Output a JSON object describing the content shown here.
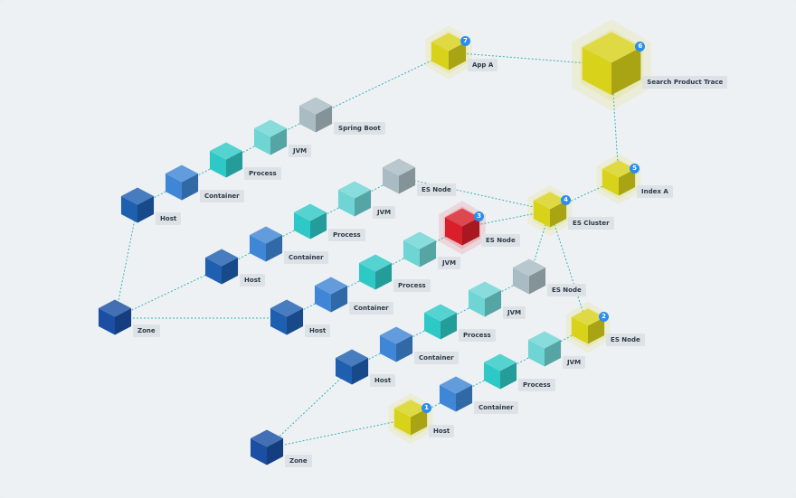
{
  "diagram": {
    "colors": {
      "zone": "#1a4fa3",
      "host": "#1f5fb0",
      "container": "#3f86d6",
      "process": "#2ec9c6",
      "jvm": "#6ed4d4",
      "grey": "#a9bcc3",
      "highlight": "#d8d21a",
      "error": "#d81f2a",
      "edge": "#3ab3b8",
      "badge": "#2a8ef0"
    },
    "nodes": [
      {
        "id": "app-a",
        "label": "App A",
        "type": "highlight",
        "badge": "7"
      },
      {
        "id": "search-trace",
        "label": "Search Product Trace",
        "type": "highlight",
        "badge": "6"
      },
      {
        "id": "spring-boot",
        "label": "Spring Boot",
        "type": "grey"
      },
      {
        "id": "jvm-1",
        "label": "JVM",
        "type": "jvm"
      },
      {
        "id": "process-1",
        "label": "Process",
        "type": "process"
      },
      {
        "id": "container-1",
        "label": "Container",
        "type": "container"
      },
      {
        "id": "host-1",
        "label": "Host",
        "type": "host"
      },
      {
        "id": "es-node-1",
        "label": "ES Node",
        "type": "grey"
      },
      {
        "id": "jvm-2",
        "label": "JVM",
        "type": "jvm"
      },
      {
        "id": "process-2",
        "label": "Process",
        "type": "process"
      },
      {
        "id": "container-2",
        "label": "Container",
        "type": "container"
      },
      {
        "id": "host-2",
        "label": "Host",
        "type": "host"
      },
      {
        "id": "index-a",
        "label": "Index A",
        "type": "highlight",
        "badge": "5"
      },
      {
        "id": "es-cluster",
        "label": "ES Cluster",
        "type": "highlight",
        "badge": "4"
      },
      {
        "id": "es-node-3",
        "label": "ES Node",
        "type": "error",
        "badge": "3"
      },
      {
        "id": "jvm-3",
        "label": "JVM",
        "type": "jvm"
      },
      {
        "id": "process-3",
        "label": "Process",
        "type": "process"
      },
      {
        "id": "container-3",
        "label": "Container",
        "type": "container"
      },
      {
        "id": "host-3",
        "label": "Host",
        "type": "host"
      },
      {
        "id": "zone-1",
        "label": "Zone",
        "type": "zone"
      },
      {
        "id": "es-node-4",
        "label": "ES Node",
        "type": "grey"
      },
      {
        "id": "jvm-4",
        "label": "JVM",
        "type": "jvm"
      },
      {
        "id": "process-4",
        "label": "Process",
        "type": "process"
      },
      {
        "id": "container-4",
        "label": "Container",
        "type": "container"
      },
      {
        "id": "host-4",
        "label": "Host",
        "type": "host"
      },
      {
        "id": "es-node-2",
        "label": "ES Node",
        "type": "highlight",
        "badge": "2"
      },
      {
        "id": "jvm-5",
        "label": "JVM",
        "type": "jvm"
      },
      {
        "id": "process-5",
        "label": "Process",
        "type": "process"
      },
      {
        "id": "container-5",
        "label": "Container",
        "type": "container"
      },
      {
        "id": "host-5",
        "label": "Host",
        "type": "highlight",
        "badge": "1"
      },
      {
        "id": "zone-2",
        "label": "Zone",
        "type": "zone"
      }
    ],
    "edges": [
      [
        "app-a",
        "search-trace"
      ],
      [
        "app-a",
        "spring-boot"
      ],
      [
        "search-trace",
        "index-a"
      ],
      [
        "index-a",
        "es-cluster"
      ],
      [
        "es-cluster",
        "es-node-1"
      ],
      [
        "es-cluster",
        "es-node-3"
      ],
      [
        "es-cluster",
        "es-node-4"
      ],
      [
        "es-cluster",
        "es-node-2"
      ],
      [
        "spring-boot",
        "jvm-1"
      ],
      [
        "jvm-1",
        "process-1"
      ],
      [
        "process-1",
        "container-1"
      ],
      [
        "container-1",
        "host-1"
      ],
      [
        "host-1",
        "zone-1"
      ],
      [
        "es-node-1",
        "jvm-2"
      ],
      [
        "jvm-2",
        "process-2"
      ],
      [
        "process-2",
        "container-2"
      ],
      [
        "container-2",
        "host-2"
      ],
      [
        "host-2",
        "zone-1"
      ],
      [
        "es-node-3",
        "jvm-3"
      ],
      [
        "jvm-3",
        "process-3"
      ],
      [
        "process-3",
        "container-3"
      ],
      [
        "container-3",
        "host-3"
      ],
      [
        "host-3",
        "zone-1"
      ],
      [
        "es-node-4",
        "jvm-4"
      ],
      [
        "jvm-4",
        "process-4"
      ],
      [
        "process-4",
        "container-4"
      ],
      [
        "container-4",
        "host-4"
      ],
      [
        "host-4",
        "zone-2"
      ],
      [
        "es-node-2",
        "jvm-5"
      ],
      [
        "jvm-5",
        "process-5"
      ],
      [
        "process-5",
        "container-5"
      ],
      [
        "container-5",
        "host-5"
      ],
      [
        "host-5",
        "zone-2"
      ]
    ]
  }
}
